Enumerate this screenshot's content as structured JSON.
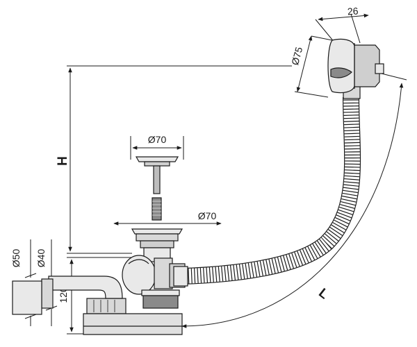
{
  "dimensions": {
    "overflow_width": "26",
    "overflow_diameter": "Ø75",
    "plug_diameter": "Ø70",
    "waste_diameter": "Ø70",
    "outlet_outer": "Ø50",
    "outlet_inner": "Ø40",
    "trap_height": "120",
    "height_label": "H",
    "length_label": "L"
  },
  "colors": {
    "line": "#1a1a1a",
    "fill_light": "#e9e9e9",
    "fill_mid": "#cfcfcf",
    "fill_dark": "#8a8a8a"
  }
}
